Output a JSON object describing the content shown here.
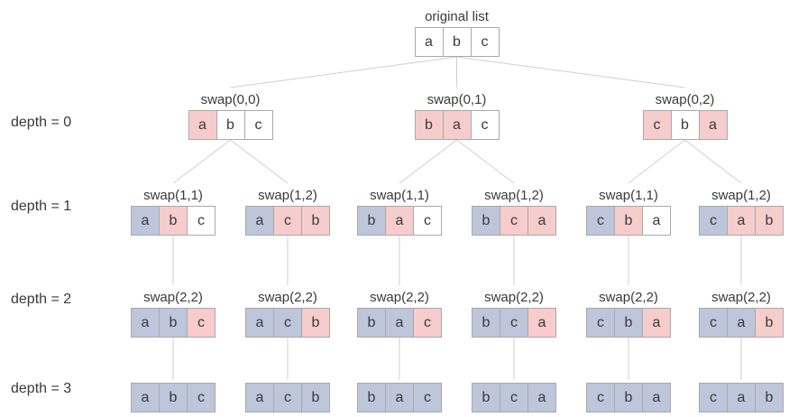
{
  "diagram": {
    "colors": {
      "swap_pink": "#f6cccc",
      "fixed_blue": "#bdc6da",
      "plain_white": "#ffffff",
      "cell_border": "#a9a9a9",
      "connector": "#cfcfd6",
      "text": "#3a3a3a"
    },
    "root": {
      "label": "original list",
      "cells": [
        {
          "letter": "a",
          "fill": "white"
        },
        {
          "letter": "b",
          "fill": "white"
        },
        {
          "letter": "c",
          "fill": "white"
        }
      ]
    },
    "depth_rows": [
      {
        "depth_label": "depth = 0",
        "nodes": [
          {
            "label": "swap(0,0)",
            "cells": [
              {
                "letter": "a",
                "fill": "pink"
              },
              {
                "letter": "b",
                "fill": "white"
              },
              {
                "letter": "c",
                "fill": "white"
              }
            ]
          },
          {
            "label": "swap(0,1)",
            "cells": [
              {
                "letter": "b",
                "fill": "pink"
              },
              {
                "letter": "a",
                "fill": "pink"
              },
              {
                "letter": "c",
                "fill": "white"
              }
            ]
          },
          {
            "label": "swap(0,2)",
            "cells": [
              {
                "letter": "c",
                "fill": "pink"
              },
              {
                "letter": "b",
                "fill": "white"
              },
              {
                "letter": "a",
                "fill": "pink"
              }
            ]
          }
        ]
      },
      {
        "depth_label": "depth = 1",
        "nodes": [
          {
            "label": "swap(1,1)",
            "cells": [
              {
                "letter": "a",
                "fill": "blue"
              },
              {
                "letter": "b",
                "fill": "pink"
              },
              {
                "letter": "c",
                "fill": "white"
              }
            ]
          },
          {
            "label": "swap(1,2)",
            "cells": [
              {
                "letter": "a",
                "fill": "blue"
              },
              {
                "letter": "c",
                "fill": "pink"
              },
              {
                "letter": "b",
                "fill": "pink"
              }
            ]
          },
          {
            "label": "swap(1,1)",
            "cells": [
              {
                "letter": "b",
                "fill": "blue"
              },
              {
                "letter": "a",
                "fill": "pink"
              },
              {
                "letter": "c",
                "fill": "white"
              }
            ]
          },
          {
            "label": "swap(1,2)",
            "cells": [
              {
                "letter": "b",
                "fill": "blue"
              },
              {
                "letter": "c",
                "fill": "pink"
              },
              {
                "letter": "a",
                "fill": "pink"
              }
            ]
          },
          {
            "label": "swap(1,1)",
            "cells": [
              {
                "letter": "c",
                "fill": "blue"
              },
              {
                "letter": "b",
                "fill": "pink"
              },
              {
                "letter": "a",
                "fill": "white"
              }
            ]
          },
          {
            "label": "swap(1,2)",
            "cells": [
              {
                "letter": "c",
                "fill": "blue"
              },
              {
                "letter": "a",
                "fill": "pink"
              },
              {
                "letter": "b",
                "fill": "pink"
              }
            ]
          }
        ]
      },
      {
        "depth_label": "depth = 2",
        "nodes": [
          {
            "label": "swap(2,2)",
            "cells": [
              {
                "letter": "a",
                "fill": "blue"
              },
              {
                "letter": "b",
                "fill": "blue"
              },
              {
                "letter": "c",
                "fill": "pink"
              }
            ]
          },
          {
            "label": "swap(2,2)",
            "cells": [
              {
                "letter": "a",
                "fill": "blue"
              },
              {
                "letter": "c",
                "fill": "blue"
              },
              {
                "letter": "b",
                "fill": "pink"
              }
            ]
          },
          {
            "label": "swap(2,2)",
            "cells": [
              {
                "letter": "b",
                "fill": "blue"
              },
              {
                "letter": "a",
                "fill": "blue"
              },
              {
                "letter": "c",
                "fill": "pink"
              }
            ]
          },
          {
            "label": "swap(2,2)",
            "cells": [
              {
                "letter": "b",
                "fill": "blue"
              },
              {
                "letter": "c",
                "fill": "blue"
              },
              {
                "letter": "a",
                "fill": "pink"
              }
            ]
          },
          {
            "label": "swap(2,2)",
            "cells": [
              {
                "letter": "c",
                "fill": "blue"
              },
              {
                "letter": "b",
                "fill": "blue"
              },
              {
                "letter": "a",
                "fill": "pink"
              }
            ]
          },
          {
            "label": "swap(2,2)",
            "cells": [
              {
                "letter": "c",
                "fill": "blue"
              },
              {
                "letter": "a",
                "fill": "blue"
              },
              {
                "letter": "b",
                "fill": "pink"
              }
            ]
          }
        ]
      },
      {
        "depth_label": "depth = 3",
        "nodes": [
          {
            "label": "",
            "cells": [
              {
                "letter": "a",
                "fill": "blue"
              },
              {
                "letter": "b",
                "fill": "blue"
              },
              {
                "letter": "c",
                "fill": "blue"
              }
            ]
          },
          {
            "label": "",
            "cells": [
              {
                "letter": "a",
                "fill": "blue"
              },
              {
                "letter": "c",
                "fill": "blue"
              },
              {
                "letter": "b",
                "fill": "blue"
              }
            ]
          },
          {
            "label": "",
            "cells": [
              {
                "letter": "b",
                "fill": "blue"
              },
              {
                "letter": "a",
                "fill": "blue"
              },
              {
                "letter": "c",
                "fill": "blue"
              }
            ]
          },
          {
            "label": "",
            "cells": [
              {
                "letter": "b",
                "fill": "blue"
              },
              {
                "letter": "c",
                "fill": "blue"
              },
              {
                "letter": "a",
                "fill": "blue"
              }
            ]
          },
          {
            "label": "",
            "cells": [
              {
                "letter": "c",
                "fill": "blue"
              },
              {
                "letter": "b",
                "fill": "blue"
              },
              {
                "letter": "a",
                "fill": "blue"
              }
            ]
          },
          {
            "label": "",
            "cells": [
              {
                "letter": "c",
                "fill": "blue"
              },
              {
                "letter": "a",
                "fill": "blue"
              },
              {
                "letter": "b",
                "fill": "blue"
              }
            ]
          }
        ]
      }
    ]
  }
}
